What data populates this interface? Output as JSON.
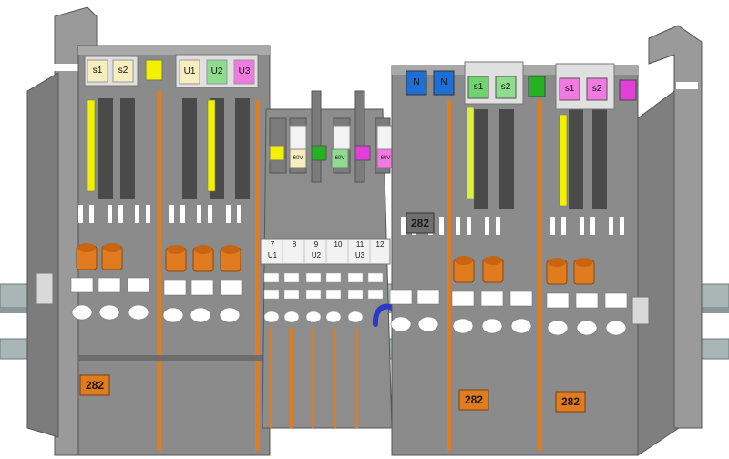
{
  "colors": {
    "housing": "#8a8a8a",
    "housing_dark": "#5e5e5e",
    "housing_light": "#b4b4b4",
    "orange": "#e07b1f",
    "yellow": "#f2f200",
    "pale_yellow": "#f7eec0",
    "green": "#6fd36f",
    "green_dark": "#22b222",
    "magenta": "#e23fd9",
    "pink": "#f07ae0",
    "blue": "#1d6fd6",
    "din_rail": "#a9b6b6",
    "jumper": "#2a39c9"
  },
  "labels": {
    "left_markers": [
      "s1",
      "s2"
    ],
    "u_markers": [
      "U1",
      "U2",
      "U3"
    ],
    "n_markers": [
      "N",
      "N"
    ],
    "right_markers_a": [
      "s1",
      "s2"
    ],
    "right_markers_b": [
      "s1",
      "s2"
    ],
    "fuse_tags": [
      "",
      "60V",
      "",
      "60V",
      "",
      "60V"
    ],
    "terminal_numbers": [
      "7",
      "8",
      "9",
      "10",
      "11",
      "12"
    ],
    "terminal_subs": [
      "U1",
      "",
      "U2",
      "",
      "U3",
      ""
    ],
    "badge_282": [
      "282",
      "282",
      "282",
      "282"
    ]
  }
}
